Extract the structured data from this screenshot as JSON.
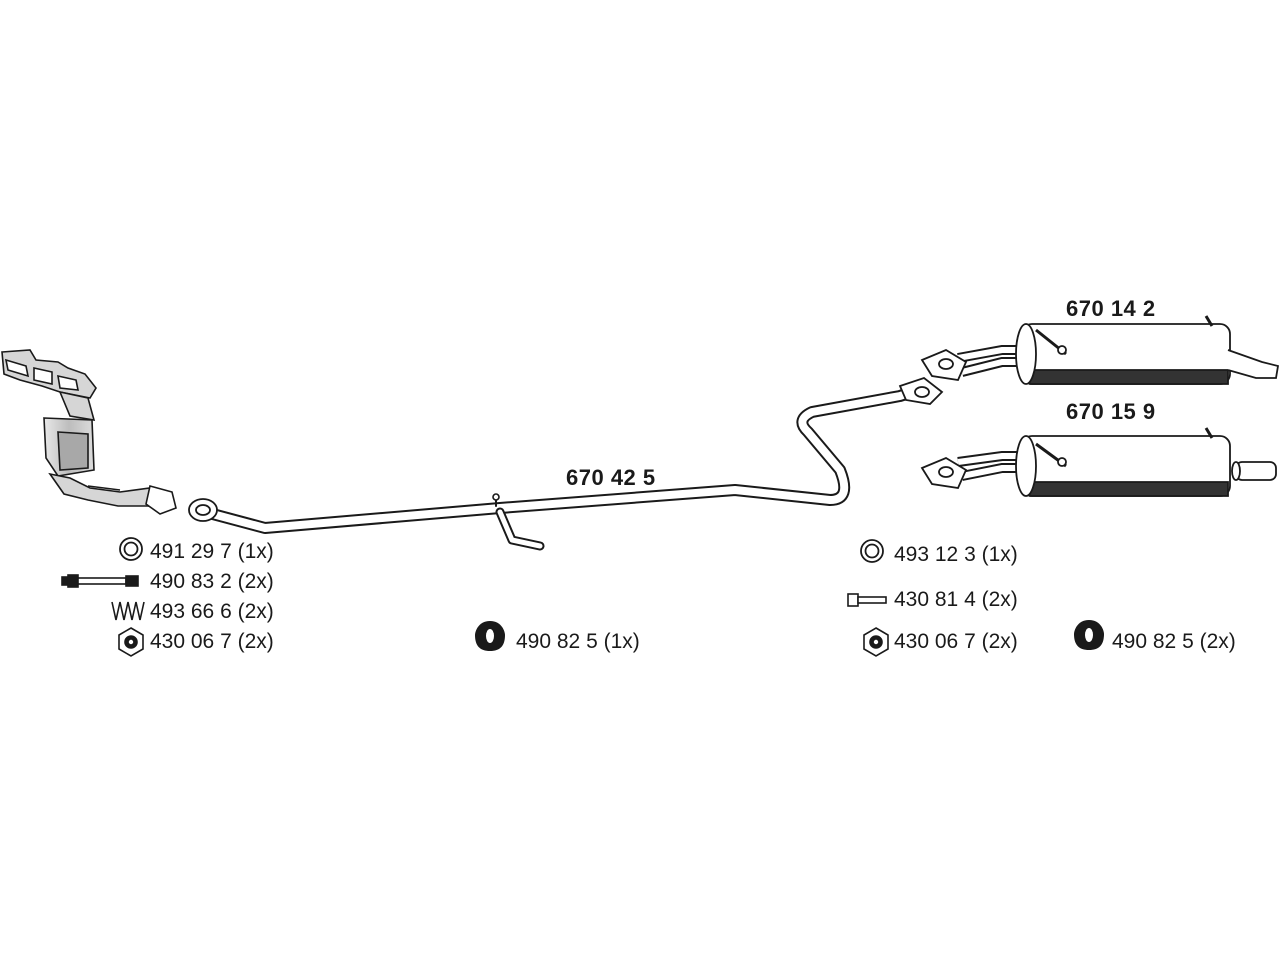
{
  "parts": {
    "middle_pipe": "670 42 5",
    "rear_silencer_a": "670 14 2",
    "rear_silencer_b": "670 15 9"
  },
  "accessories": {
    "front_ring": "491 29 7 (1x)",
    "front_bolt": "490 83 2 (2x)",
    "front_spring": "493 66 6 (2x)",
    "front_nut": "430 06 7 (2x)",
    "mid_hanger": "490 82 5 (1x)",
    "rear_ring": "493 12 3 (1x)",
    "rear_bolt": "430 81 4 (2x)",
    "rear_nut": "430 06 7 (2x)",
    "rear_hanger": "490 82 5 (2x)"
  },
  "colors": {
    "line": "#1a1a1a",
    "part_fill": "#ffffff",
    "catalyst_fill": "#cfcfcf",
    "shadow": "#333333"
  }
}
